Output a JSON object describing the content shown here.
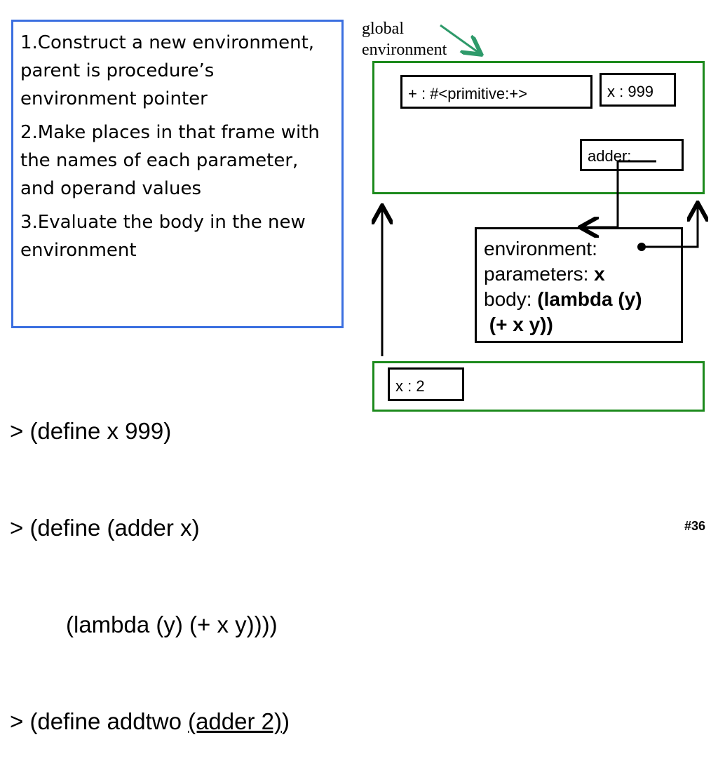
{
  "steps": [
    "1.Construct a new environment, parent is procedure’s environment pointer",
    "2.Make places in that frame with the names of each parameter, and operand values",
    "3.Evaluate the body in the new environment"
  ],
  "code": {
    "line1": "> (define x 999)",
    "line2": "> (define (adder x)",
    "line3": "(lambda (y) (+ x y))))",
    "line4_prefix": "> (define addtwo ",
    "line4_underlined": "(adder 2)",
    "line4_suffix": ")"
  },
  "global_label": {
    "line1": "global",
    "line2": "environment"
  },
  "global_frame": {
    "bindings": {
      "plus": "+ : #<primitive:+>",
      "x": "x : 999",
      "adder": "adder:"
    }
  },
  "new_frame": {
    "binding": "x : 2"
  },
  "procedure": {
    "env_label": "environment:",
    "params_label": "parameters: ",
    "params_value": "x",
    "body_label": "body: ",
    "body_value_line1": "(lambda (y)",
    "body_value_line2": " (+ x y))"
  },
  "slide_number": "#36",
  "colors": {
    "steps_border": "#3b6fe0",
    "frame_border": "#1c8a1c",
    "label_arrow": "#2e9a6a"
  }
}
